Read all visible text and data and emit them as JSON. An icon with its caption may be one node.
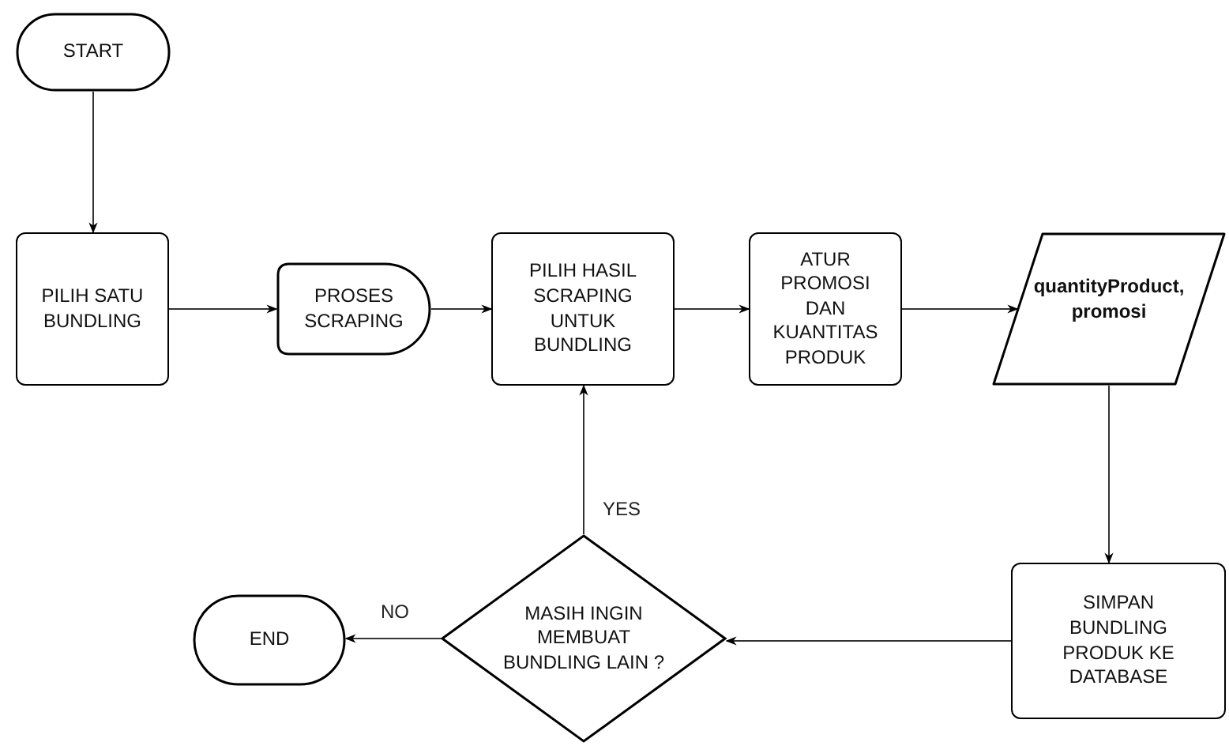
{
  "diagram": {
    "nodes": [
      {
        "text": [
          "START"
        ]
      },
      {
        "text": [
          "PILIH SATU BUNDLING"
        ]
      },
      {
        "text": [
          "PROSES SCRAPING"
        ]
      },
      {
        "text": [
          "PILIH HASIL SCRAPING UNTUK BUNDLING"
        ]
      },
      {
        "text": [
          "ATUR PROMOSI DAN KUANTITAS PRODUK"
        ]
      },
      {
        "text": [
          "quantityProduct, promosi"
        ]
      },
      {
        "text": [
          "SIMPAN BUNDLING PRODUK KE DATABASE"
        ]
      },
      {
        "text": [
          "MASIH INGIN MEMBUAT BUNDLING LAIN ?"
        ]
      },
      {
        "text": [
          "END"
        ]
      }
    ],
    "edges": [
      {
        "from": 0,
        "to": 1,
        "arrow": "to"
      },
      {
        "from": 1,
        "to": 2,
        "arrow": "to"
      },
      {
        "from": 2,
        "to": 3,
        "arrow": "to"
      },
      {
        "from": 3,
        "to": 4,
        "arrow": "to"
      },
      {
        "from": 4,
        "to": 5,
        "arrow": "to"
      },
      {
        "from": 5,
        "to": 6,
        "arrow": "to"
      },
      {
        "from": 6,
        "to": 7,
        "arrow": "to"
      },
      {
        "from": 7,
        "to": 3,
        "arrow": "to",
        "label": "YES"
      },
      {
        "from": 7,
        "to": 8,
        "arrow": "to",
        "label": "NO"
      }
    ]
  }
}
